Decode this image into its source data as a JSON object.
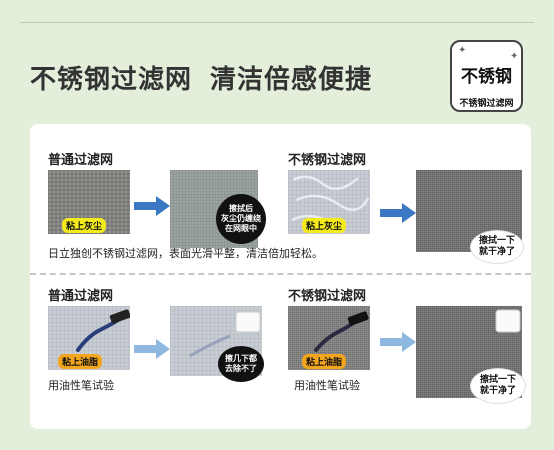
{
  "headline": {
    "part1": "不锈钢过滤网",
    "part2": "清洁倍感便捷"
  },
  "badge": {
    "title": "不锈钢",
    "subtitle": "不锈钢过滤网"
  },
  "section_dust": {
    "left_label": "普通过滤网",
    "right_label": "不锈钢过滤网",
    "left_tag": "粘上灰尘",
    "right_tag": "粘上灰尘",
    "left_result": [
      "擦拭后",
      "灰尘仍缠绕",
      "在网眼中"
    ],
    "right_result": [
      "擦拭一下",
      "就干净了"
    ],
    "caption": "日立独创不锈钢过滤网，表面光滑平整，清洁倍加轻松。"
  },
  "section_oil": {
    "left_label": "普通过滤网",
    "right_label": "不锈钢过滤网",
    "left_tag": "粘上油脂",
    "right_tag": "粘上油脂",
    "left_result": [
      "擦几下都",
      "去除不了"
    ],
    "right_result": [
      "擦拭一下",
      "就干净了"
    ],
    "left_caption": "用油性笔试验",
    "right_caption": "用油性笔试验"
  },
  "colors": {
    "background": "#e3eedb",
    "arrow_blue": "#3a78c4",
    "tag_yellow": "#f4ea1c",
    "tag_orange": "#f2a51d"
  }
}
